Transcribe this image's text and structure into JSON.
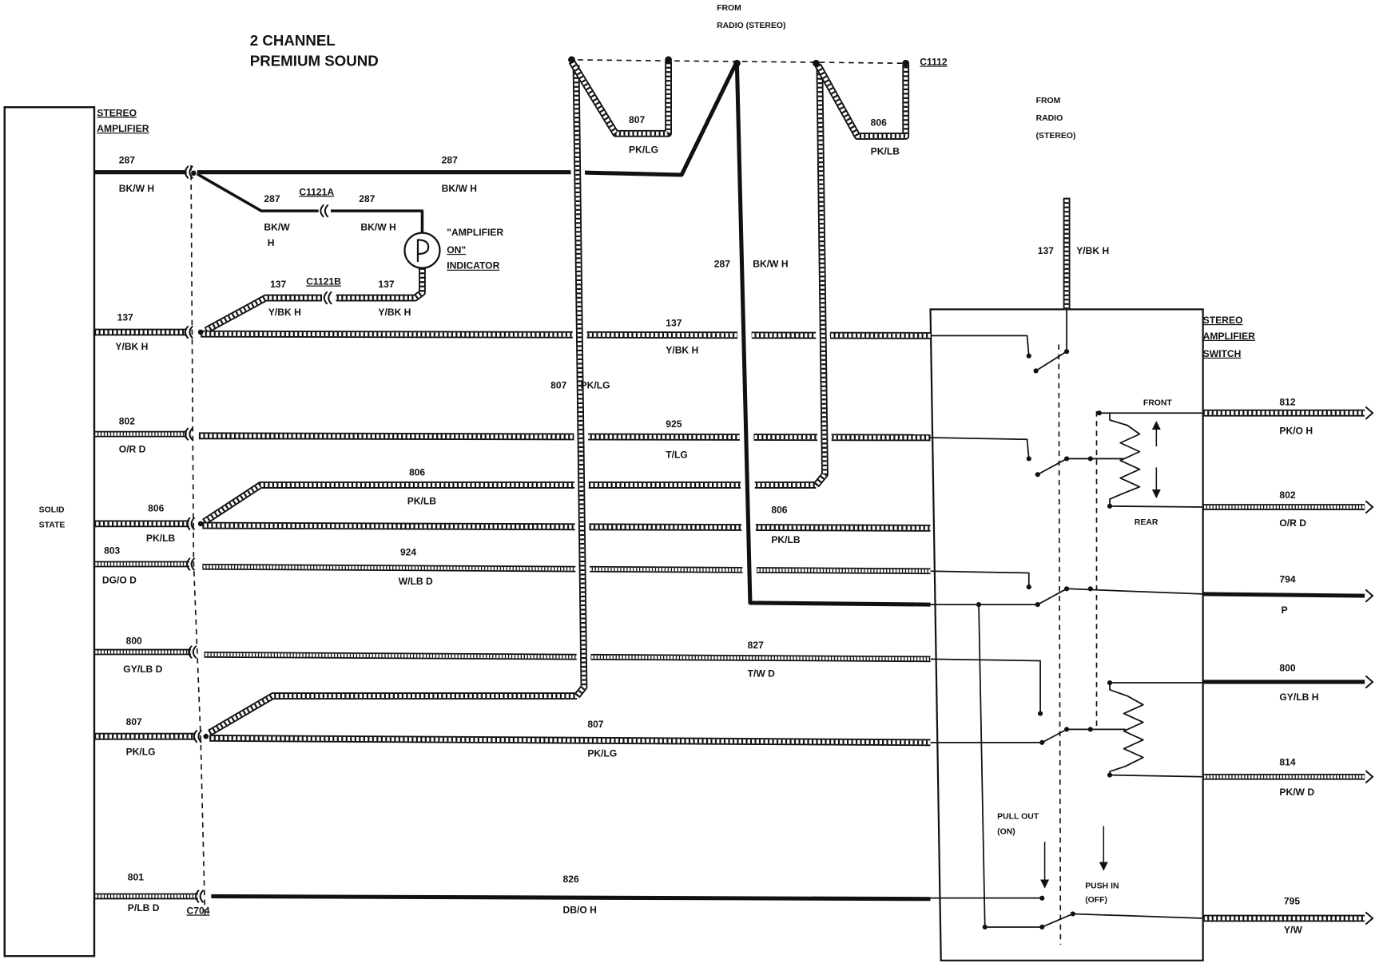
{
  "title": {
    "line1": "2 CHANNEL",
    "line2": "PREMIUM SOUND"
  },
  "labels": {
    "from_radio_top": {
      "line1": "FROM",
      "line2": "RADIO (STEREO)"
    },
    "from_radio_right": {
      "line1": "FROM",
      "line2": "RADIO",
      "line3": "(STEREO)"
    },
    "stereo_amplifier": {
      "line1": "STEREO",
      "line2": "AMPLIFIER"
    },
    "solid_state": {
      "line1": "SOLID",
      "line2": "STATE"
    },
    "indicator": {
      "line1": "\"AMPLIFIER",
      "line2": "ON\"",
      "line3": "INDICATOR"
    },
    "amplifier_switch": {
      "line1": "STEREO",
      "line2": "AMPLIFIER",
      "line3": "SWITCH"
    },
    "front": "FRONT",
    "rear": "REAR",
    "pull_out": {
      "line1": "PULL OUT",
      "line2": "(ON)"
    },
    "push_in": {
      "line1": "PUSH IN",
      "line2": "(OFF)"
    }
  },
  "connectors": {
    "c1112": "C1112",
    "c1121a": "C1121A",
    "c1121b": "C1121B",
    "c704": "C704"
  },
  "wires": [
    {
      "circuit": "287",
      "color": "BK/W H"
    },
    {
      "circuit": "287",
      "color": "BK/W H"
    },
    {
      "circuit": "287",
      "color": "BK/W",
      "color2": "H"
    },
    {
      "circuit": "287",
      "color": "BK/W H"
    },
    {
      "circuit": "137",
      "color": "Y/BK H"
    },
    {
      "circuit": "137",
      "color": "Y/BK H"
    },
    {
      "circuit": "137",
      "color": "Y/BK H"
    },
    {
      "circuit": "137",
      "color": "Y/BK H"
    },
    {
      "circuit": "807",
      "color": "PK/LG"
    },
    {
      "circuit": "806",
      "color": "PK/LB"
    },
    {
      "circuit": "287",
      "color": "BK/W H"
    },
    {
      "circuit": "807",
      "color": "PK/LG"
    },
    {
      "circuit": "137",
      "color": "Y/BK H"
    },
    {
      "circuit": "802",
      "color": "O/R D"
    },
    {
      "circuit": "925",
      "color": "T/LG"
    },
    {
      "circuit": "812",
      "color": "PK/O H"
    },
    {
      "circuit": "806",
      "color": "PK/LB"
    },
    {
      "circuit": "806",
      "color": "PK/LB"
    },
    {
      "circuit": "806",
      "color": "PK/LB"
    },
    {
      "circuit": "802",
      "color": "O/R D"
    },
    {
      "circuit": "803",
      "color": "DG/O D"
    },
    {
      "circuit": "924",
      "color": "W/LB D"
    },
    {
      "circuit": "794",
      "color": "P"
    },
    {
      "circuit": "800",
      "color": "GY/LB D"
    },
    {
      "circuit": "827",
      "color": "T/W D"
    },
    {
      "circuit": "800",
      "color": "GY/LB H"
    },
    {
      "circuit": "807",
      "color": "PK/LG"
    },
    {
      "circuit": "807",
      "color": "PK/LG"
    },
    {
      "circuit": "814",
      "color": "PK/W D"
    },
    {
      "circuit": "801",
      "color": "P/LB D"
    },
    {
      "circuit": "826",
      "color": "DB/O H"
    },
    {
      "circuit": "795",
      "color": "Y/W"
    }
  ]
}
